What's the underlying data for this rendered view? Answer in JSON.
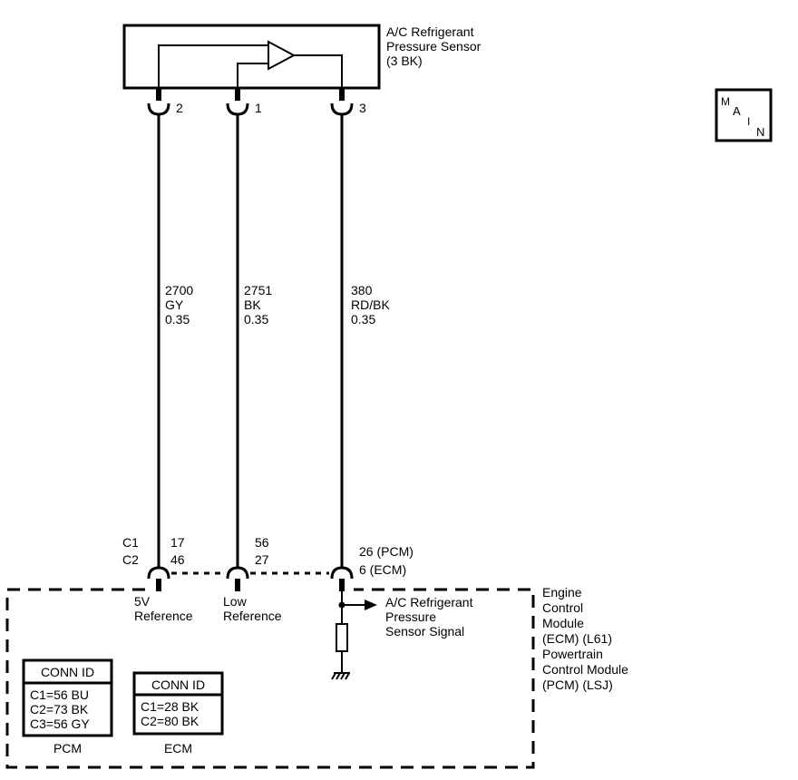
{
  "sensor": {
    "name_line1": "A/C Refrigerant",
    "name_line2": "Pressure Sensor",
    "name_line3": "(3 BK)",
    "pin_2": "2",
    "pin_1": "1",
    "pin_3": "3"
  },
  "main_badge": {
    "m": "M",
    "a": "A",
    "i": "I",
    "n": "N"
  },
  "wires": [
    {
      "circuit": "2700",
      "color": "GY",
      "gauge": "0.35"
    },
    {
      "circuit": "2751",
      "color": "BK",
      "gauge": "0.35"
    },
    {
      "circuit": "380",
      "color": "RD/BK",
      "gauge": "0.35"
    }
  ],
  "connectors": {
    "c1": "C1",
    "c2": "C2",
    "ref5v_c1": "17",
    "ref5v_c2": "46",
    "low_c1": "56",
    "low_c2": "27",
    "signal_pcm": "26 (PCM)",
    "signal_ecm": "6 (ECM)"
  },
  "module_labels": {
    "ref5v_line1": "5V",
    "ref5v_line2": "Reference",
    "low_line1": "Low",
    "low_line2": "Reference",
    "signal_line1": "A/C Refrigerant",
    "signal_line2": "Pressure",
    "signal_line3": "Sensor Signal"
  },
  "module_name": {
    "ecm_line1": "Engine",
    "ecm_line2": "Control",
    "ecm_line3": "Module",
    "ecm_line4": "(ECM) (L61)",
    "pcm_line1": "Powertrain",
    "pcm_line2": "Control Module",
    "pcm_line3": "(PCM) (LSJ)"
  },
  "conn_id_pcm": {
    "header": "CONN ID",
    "rows": [
      "C1=56 BU",
      "C2=73 BK",
      "C3=56 GY"
    ],
    "caption": "PCM"
  },
  "conn_id_ecm": {
    "header": "CONN ID",
    "rows": [
      "C1=28 BK",
      "C2=80 BK"
    ],
    "caption": "ECM"
  }
}
